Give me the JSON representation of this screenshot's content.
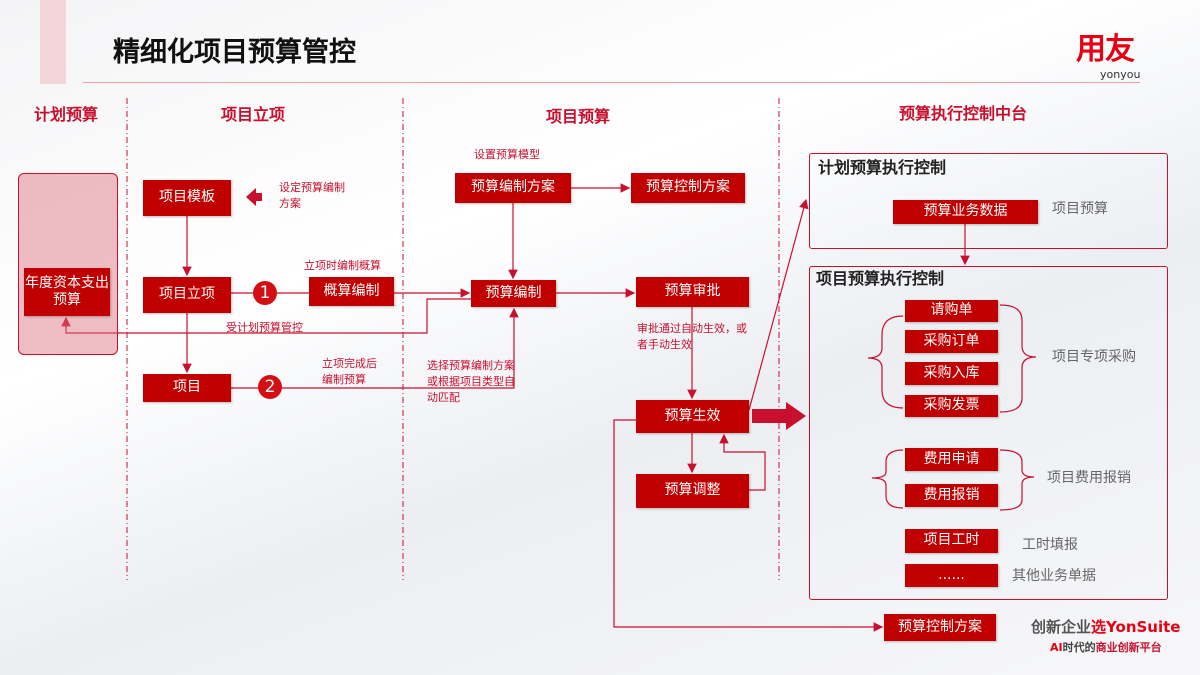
{
  "title": "精细化项目预算管控",
  "logo": {
    "main": "用友",
    "sub": "yonyou"
  },
  "columns": [
    "计划预算",
    "项目立项",
    "项目预算",
    "预算执行控制中台"
  ],
  "plan": {
    "box": "年度资本支出预算"
  },
  "setup": {
    "template": "项目模板",
    "approval": "项目立项",
    "project": "项目",
    "estimate": "概算编制",
    "step1": "1",
    "step2": "2"
  },
  "budget": {
    "scheme": "预算编制方案",
    "control_scheme": "预算控制方案",
    "compile": "预算编制",
    "review": "预算审批",
    "effective": "预算生效",
    "adjust": "预算调整"
  },
  "notes": {
    "set_scheme": "设定预算编制方案",
    "estimate_note": "立项时编制概算",
    "controlled": "受计划预算管控",
    "after_approval": "立项完成后编制预算",
    "select_scheme": "选择预算编制方案或根据项目类型自动匹配",
    "set_model": "设置预算模型",
    "auto_effect": "审批通过自动生效，或者手动生效"
  },
  "exec": {
    "plan_panel": "计划预算执行控制",
    "biz_data": "预算业务数据",
    "proj_budget": "项目预算",
    "proj_panel": "项目预算执行控制",
    "purchase": [
      "请购单",
      "采购订单",
      "采购入库",
      "采购发票"
    ],
    "purchase_label": "项目专项采购",
    "expense": [
      "费用申请",
      "费用报销"
    ],
    "expense_label": "项目费用报销",
    "hours": "项目工时",
    "hours_label": "工时填报",
    "other": "......",
    "other_label": "其他业务单据",
    "control_scheme": "预算控制方案"
  },
  "slogan": {
    "line1a": "创新企业",
    "line1b": "选",
    "line1c": "YonSuite",
    "line2a": "AI",
    "line2b": "时代的",
    "line2c": "商业创新平台"
  },
  "colors": {
    "accent": "#c00000"
  }
}
